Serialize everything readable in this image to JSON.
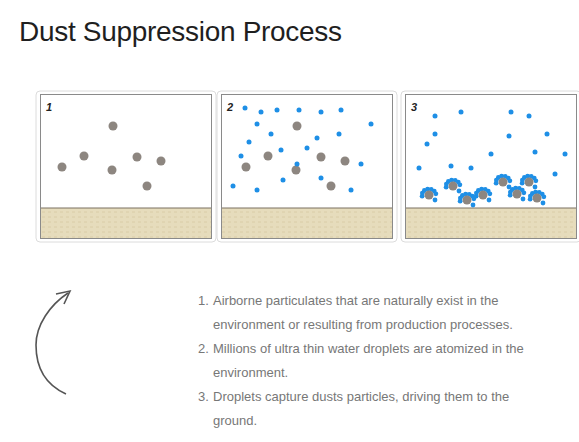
{
  "diagram": {
    "title": "Dust Suppression Process",
    "nodes": [
      {
        "text": [
          "1"
        ]
      },
      {
        "text": [
          "2"
        ]
      },
      {
        "text": [
          "3"
        ]
      }
    ],
    "labels": [
      "1.",
      "Airborne particulates that are naturally exist in the environment or resulting from production processes.",
      "2.",
      "Millions of ultra thin water droplets are atomized in the environment.",
      "3.",
      "Droplets capture dusts particles, driving them to the ground."
    ]
  }
}
